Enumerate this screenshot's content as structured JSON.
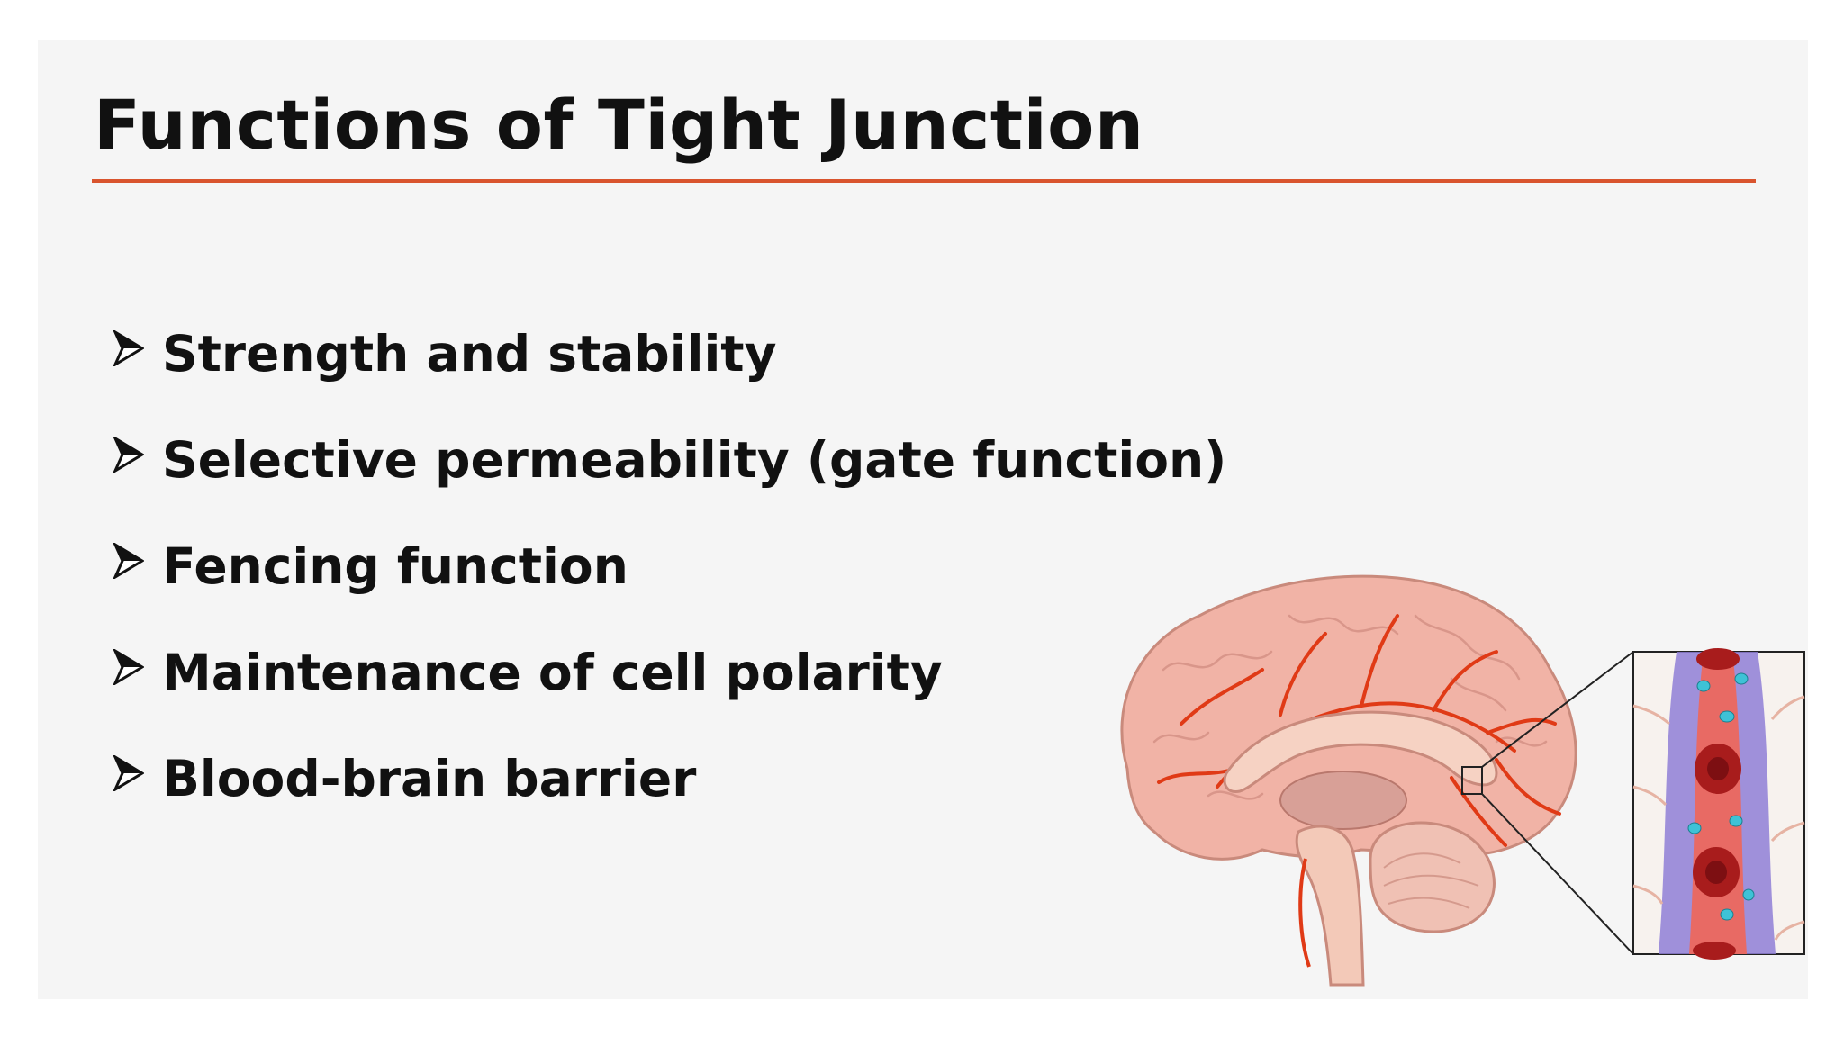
{
  "slide": {
    "title": "Functions of Tight Junction",
    "accent_color": "#d9542e",
    "bullet_icon": "arrowhead-bullet-icon",
    "bullets": [
      "Strength and stability",
      "Selective permeability (gate function)",
      "Fencing function",
      "Maintenance of cell polarity",
      "Blood-brain barrier"
    ],
    "illustration": {
      "subject": "brain-sagittal-icon",
      "inset": "blood-vessel-inset-icon"
    }
  }
}
